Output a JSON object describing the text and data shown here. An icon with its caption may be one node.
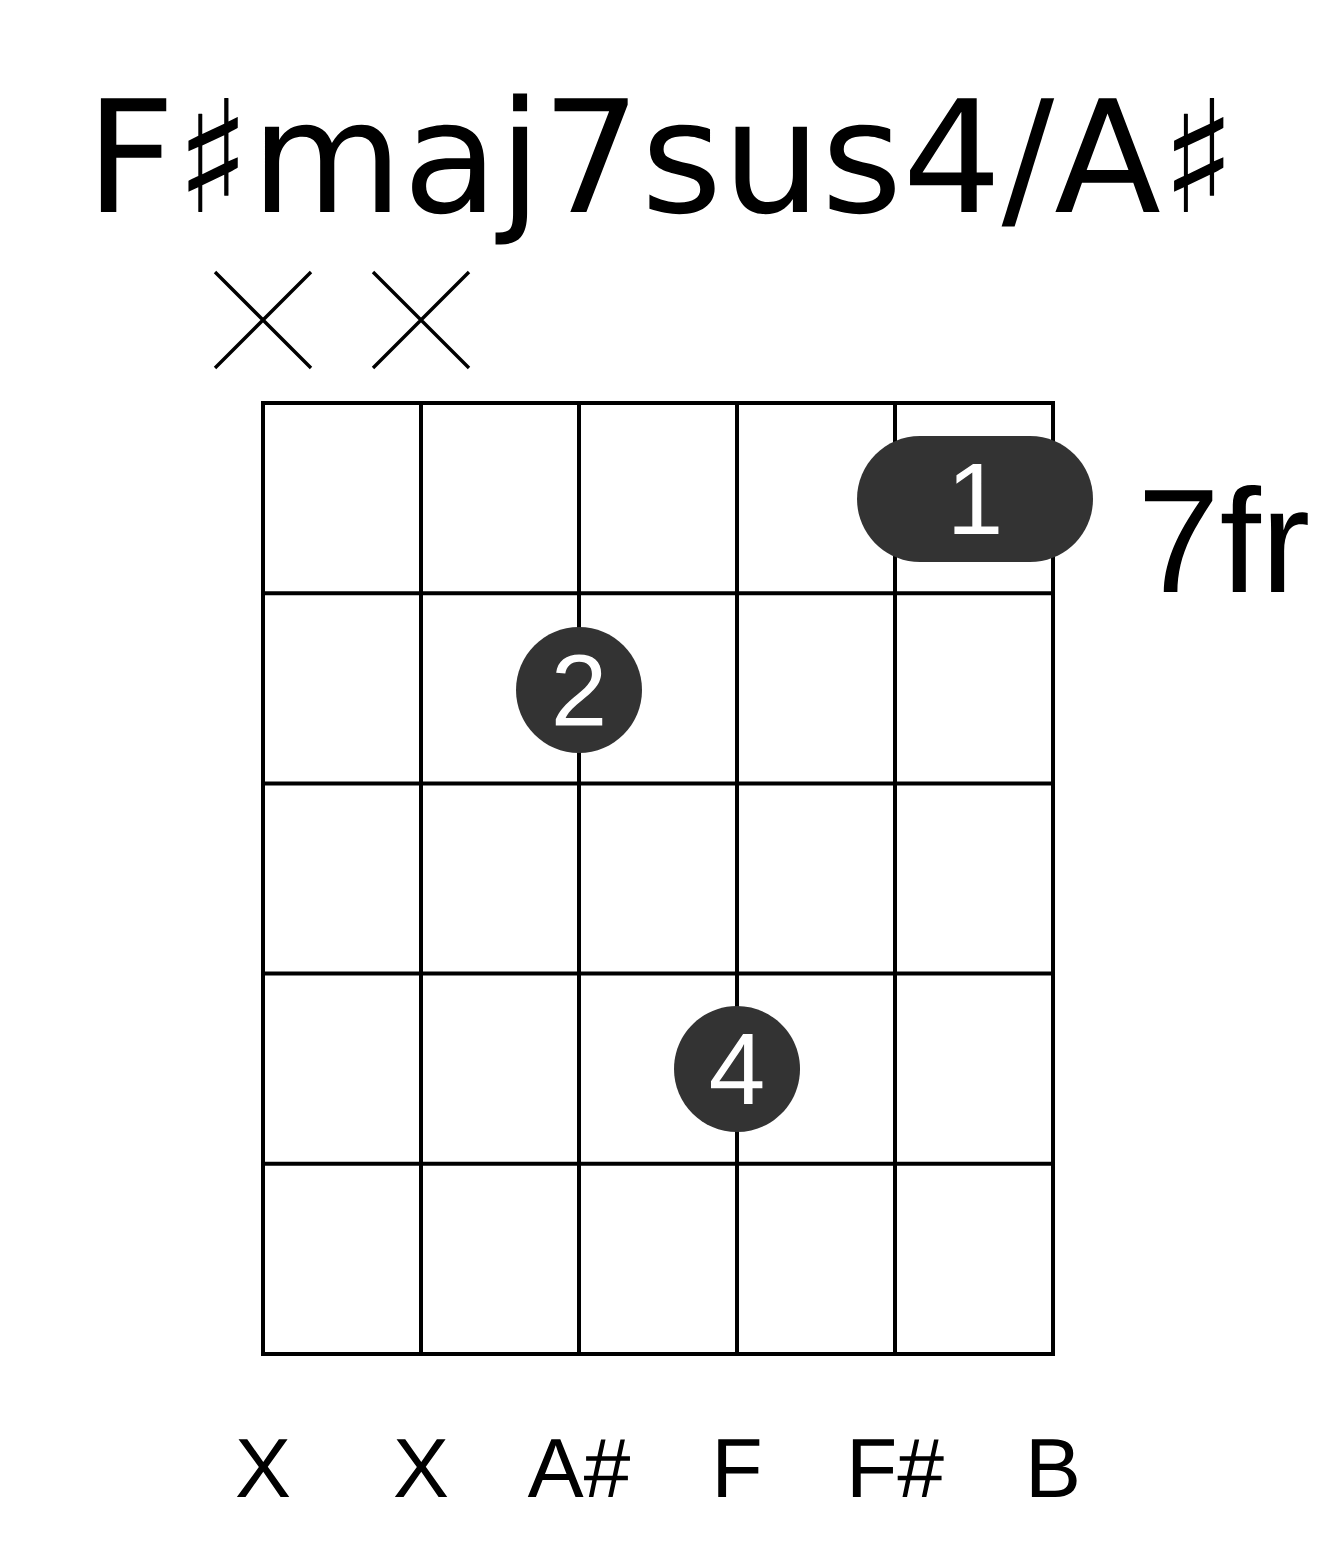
{
  "diagram": {
    "title": "F♯maj7sus4/A♯",
    "nodes": [
      {
        "text": [
          "1"
        ]
      },
      {
        "text": [
          "2"
        ]
      },
      {
        "text": [
          "4"
        ]
      }
    ],
    "labels": [
      "7fr",
      "X",
      "X",
      "A#",
      "F",
      "F#",
      "B"
    ]
  }
}
